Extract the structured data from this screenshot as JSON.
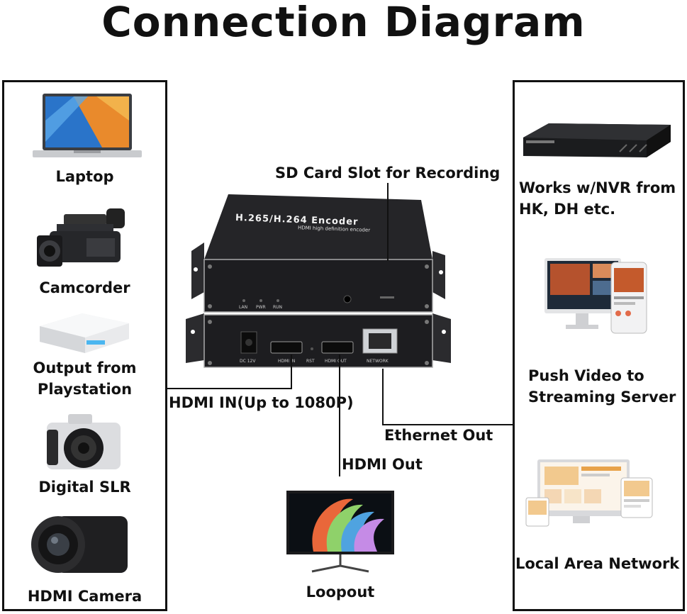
{
  "title": "Connection Diagram",
  "sources": {
    "laptop": "Laptop",
    "camcorder": "Camcorder",
    "playstation_line1": "Output from",
    "playstation_line2": "Playstation",
    "dslr": "Digital SLR",
    "hdmi_camera": "HDMI Camera"
  },
  "destinations": {
    "nvr_line1": "Works w/NVR from",
    "nvr_line2": "HK, DH etc.",
    "stream_line1": "Push Video to",
    "stream_line2": "Streaming Server",
    "lan": "Local Area Network"
  },
  "connections": {
    "sd_card": "SD Card Slot for Recording",
    "hdmi_in": "HDMI IN(Up to 1080P)",
    "ethernet_out": "Ethernet Out",
    "hdmi_out": "HDMI Out",
    "loopout": "Loopout"
  },
  "device": {
    "brand_text": "H.265/H.264 Encoder",
    "sub_text": "HDMI high definition encoder",
    "led_lan": "LAN",
    "led_pwr": "PWR",
    "led_run": "RUN",
    "port_dc": "DC 12V",
    "port_hdmi_in": "HDMI IN",
    "port_rst": "RST",
    "port_hdmi_out": "HDMI OUT",
    "port_network": "NETWORK"
  }
}
